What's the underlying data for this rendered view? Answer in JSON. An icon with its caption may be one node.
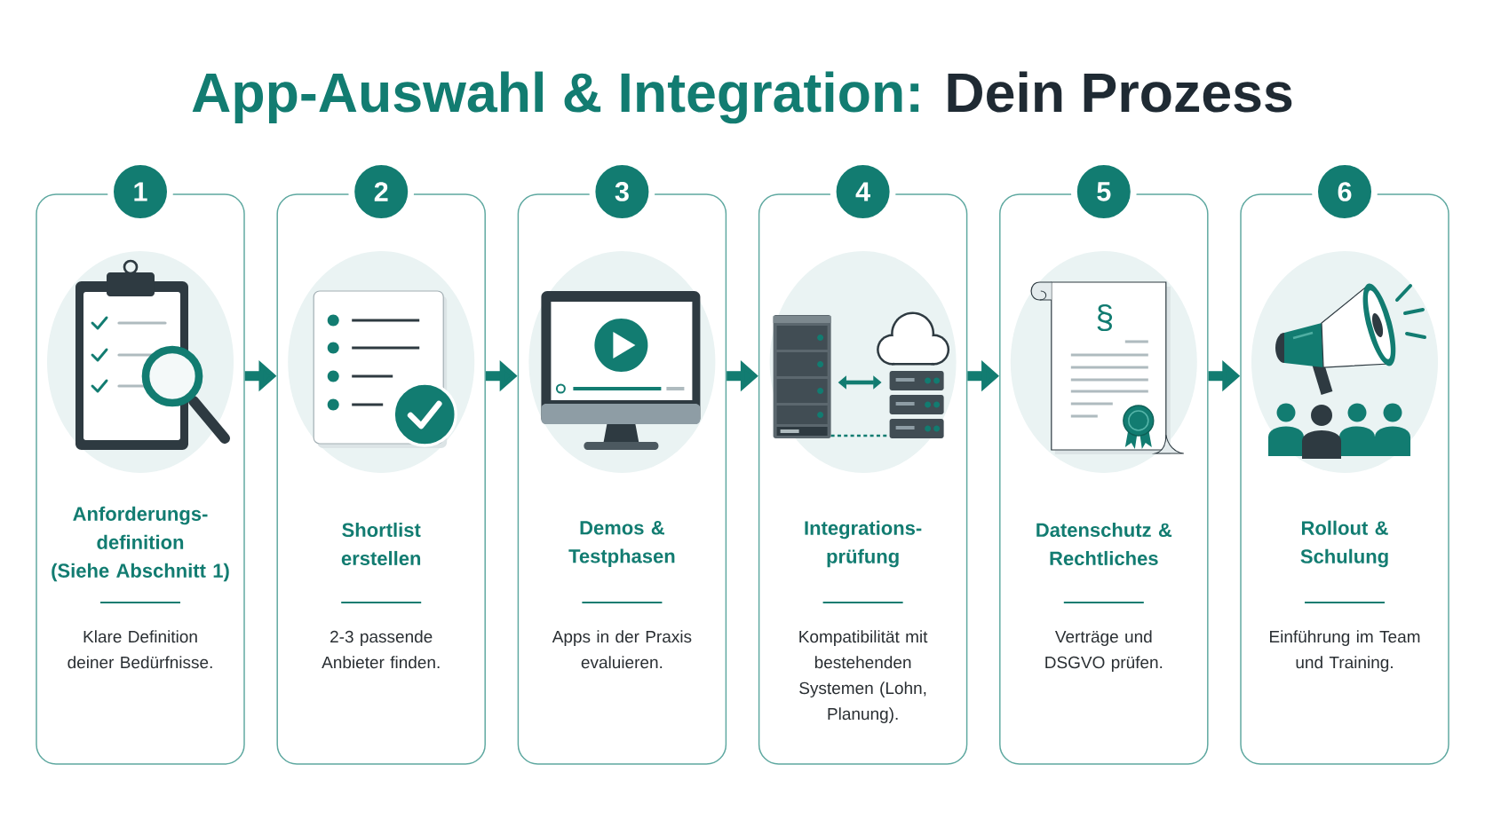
{
  "diagram": {
    "title": "App-Auswahl & Integration: Dein Prozess",
    "nodes": [
      {
        "text": [
          "1"
        ]
      },
      {
        "text": [
          "Anforderungs- definition (Siehe Abschnitt 1)",
          "Klare Definition deiner Bedürfnisse."
        ]
      },
      {
        "text": [
          "2"
        ]
      },
      {
        "text": [
          "Shortlist erstellen",
          "2-3 passende Anbieter finden."
        ]
      },
      {
        "text": [
          "3"
        ]
      },
      {
        "text": [
          "Demos & Testphasen",
          "Apps in der Praxis evaluieren."
        ]
      },
      {
        "text": [
          "4"
        ]
      },
      {
        "text": [
          "Integrations- prüfung",
          "Kompatibilität mit bestehenden Systemen (Lohn, Planung)."
        ]
      },
      {
        "text": [
          "5"
        ]
      },
      {
        "text": [
          "Datenschutz & Rechtliches",
          "Verträge und DSGVO prüfen."
        ]
      },
      {
        "text": [
          "6"
        ]
      },
      {
        "text": [
          "Rollout & Schulung",
          "Einführung im Team und Training."
        ]
      }
    ],
    "edges": [
      {
        "from": 1,
        "to": 3,
        "arrow": "to"
      },
      {
        "from": 3,
        "to": 5,
        "arrow": "to"
      },
      {
        "from": 5,
        "to": 7,
        "arrow": "to"
      },
      {
        "from": 7,
        "to": 9,
        "arrow": "to"
      },
      {
        "from": 9,
        "to": 11,
        "arrow": "to"
      }
    ],
    "labels": [
      "§"
    ]
  }
}
